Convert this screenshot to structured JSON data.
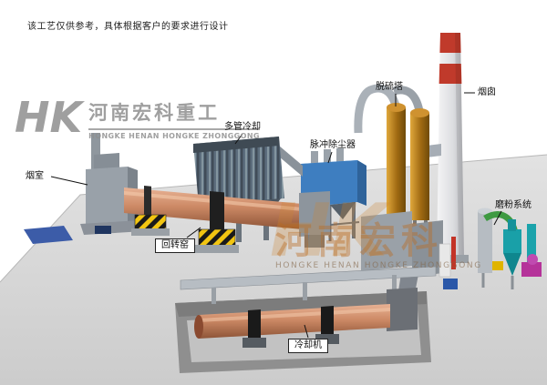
{
  "disclaimer": "该工艺仅供参考，具体根据客户的要求进行设计",
  "logo": {
    "monogram": "HK",
    "company_cn": "河南宏科重工",
    "company_en": "HONGKE  HENAN HONGKE ZHONGGONG"
  },
  "watermark": {
    "monogram": "HK",
    "cn": "河南宏科",
    "en": "HONGKE HENAN HONGKE ZHONGGONG"
  },
  "labels": {
    "smoke_chamber": "烟室",
    "multi_tube_cooling": "多管冷却",
    "pulse_dust_collector": "脉冲除尘器",
    "desulfurization_tower": "脱硫塔",
    "chimney": "烟囱",
    "grinding_system": "磨粉系统",
    "rotary_kiln": "回转窑",
    "cooler": "冷却机"
  },
  "colors": {
    "kiln": "#cd8a66",
    "dust_collector": "#3e7ec0",
    "desulf_tower": "#a06a12",
    "chimney_band": "#c03a2b",
    "ground": "#d8d8d8",
    "hazard_yellow": "#f2c511"
  }
}
